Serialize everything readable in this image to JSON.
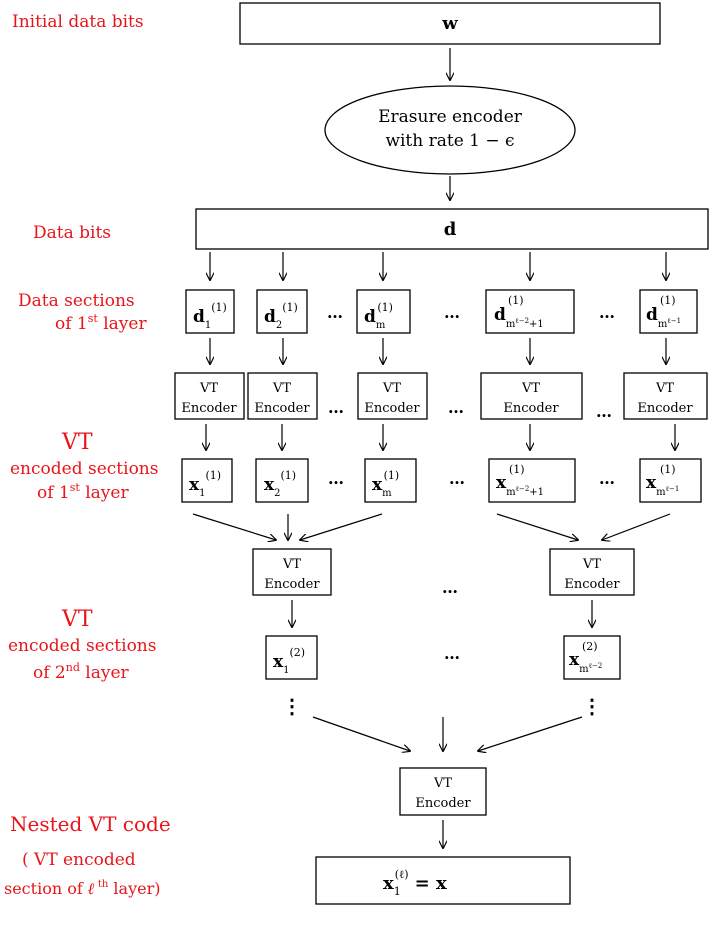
{
  "labels": {
    "initial_data_bits": "Initial data bits",
    "data_bits": "Data bits",
    "data_sections_1": "Data sections",
    "data_sections_2": "of 1",
    "data_sections_sup": "st",
    "data_sections_3": " layer",
    "vt1_a": "VT",
    "vt1_b": "encoded sections",
    "vt1_c": "of 1",
    "vt1_sup": "st",
    "vt1_d": " layer",
    "vt2_a": "VT",
    "vt2_b": "encoded sections",
    "vt2_c": "of 2",
    "vt2_sup": "nd",
    "vt2_d": " layer",
    "nested_a": "Nested VT code",
    "nested_b": "( VT encoded",
    "nested_c": "section of ",
    "nested_ell": "ℓ",
    "nested_th": " th",
    "nested_d": " layer)"
  },
  "nodes": {
    "w": "w",
    "erasure_1": "Erasure encoder",
    "erasure_2": "with rate 1 − ϵ",
    "d": "d",
    "vt": "VT",
    "encoder": "Encoder",
    "ellipsis": "…",
    "vdots": "⋮",
    "bold_d": "d",
    "bold_x": "x",
    "sup1": "(1)",
    "sup2": "(2)",
    "supl": "(ℓ)",
    "sub1": "1",
    "sub2": "2",
    "subm": "m",
    "sub_ml2": "ℓ−2",
    "sub_plus1": "+1",
    "sub_ml1": "ℓ−1",
    "equals_x": "=  x"
  }
}
